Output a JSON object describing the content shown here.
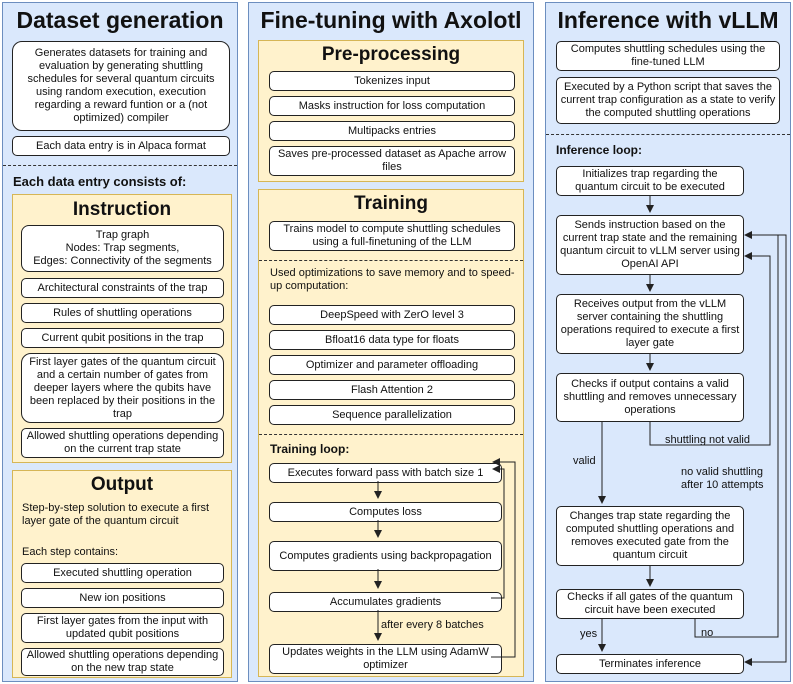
{
  "dataset": {
    "title": "Dataset generation",
    "intro": "Generates datasets for training and evaluation by generating shuttling schedules for several quantum circuits using random execution, execution regarding a reward funtion or a (not optimized) compiler",
    "alpaca": "Each data entry is in Alpaca format",
    "consists": "Each data entry consists of:",
    "instruction_title": "Instruction",
    "instruction_items": [
      "Trap graph\nNodes: Trap segments,\nEdges: Connectivity of the segments",
      "Architectural constraints of the trap",
      "Rules of shuttling operations",
      "Current qubit positions in the trap",
      "First layer gates of the quantum circuit and a certain number of gates from deeper layers where the qubits have been replaced by their positions in the trap",
      "Allowed shuttling operations depending on the current trap state"
    ],
    "output_title": "Output",
    "output_desc": "Step-by-step solution to execute a first layer gate of the quantum circuit",
    "each_step": "Each step contains:",
    "output_items": [
      "Executed shuttling operation",
      "New ion positions",
      "First layer gates from the input with updated qubit positions",
      "Allowed shuttling operations depending on the new trap state"
    ]
  },
  "finetune": {
    "title": "Fine-tuning with Axolotl",
    "pre_title": "Pre-processing",
    "pre_items": [
      "Tokenizes input",
      "Masks instruction for loss computation",
      "Multipacks entries",
      "Saves pre-processed dataset as Apache arrow files"
    ],
    "train_title": "Training",
    "train_desc": "Trains model to compute shuttling schedules using a full-finetuning of the LLM",
    "optim_text": "Used optimizations to save memory and to speed-up computation:",
    "optim_items": [
      "DeepSpeed with ZerO level 3",
      "Bfloat16 data type for floats",
      "Optimizer and parameter offloading",
      "Flash Attention 2",
      "Sequence parallelization"
    ],
    "loop_title": "Training loop:",
    "loop_items": [
      "Executes forward pass with batch size 1",
      "Computes loss",
      "Computes gradients using backpropagation",
      "Accumulates gradients",
      "Updates weights in the LLM using AdamW optimizer"
    ],
    "after_label": "after every 8 batches"
  },
  "inference": {
    "title": "Inference with vLLM",
    "desc1": "Computes shuttling schedules using the fine-tuned LLM",
    "desc2": "Executed by a Python script that saves the current trap configuration as a state to verify the computed shuttling operations",
    "loop_title": "Inference loop:",
    "steps": [
      "Initializes trap regarding the quantum circuit to be executed",
      "Sends instruction based on the current trap state and the remaining quantum circuit to vLLM server using OpenAI API",
      "Receives output from the vLLM server containing the shuttling operations required to execute a first layer gate",
      "Checks if output contains a valid shuttling and removes unnecessary operations",
      "Changes trap state regarding the computed shuttling operations and removes executed gate from the quantum circuit",
      "Checks if all gates of the quantum circuit have been executed",
      "Terminates inference"
    ],
    "label_valid": "valid",
    "label_not_valid": "shuttling not valid",
    "label_no_valid": "no valid shuttling\nafter 10 attempts",
    "label_yes": "yes",
    "label_no": "no"
  }
}
